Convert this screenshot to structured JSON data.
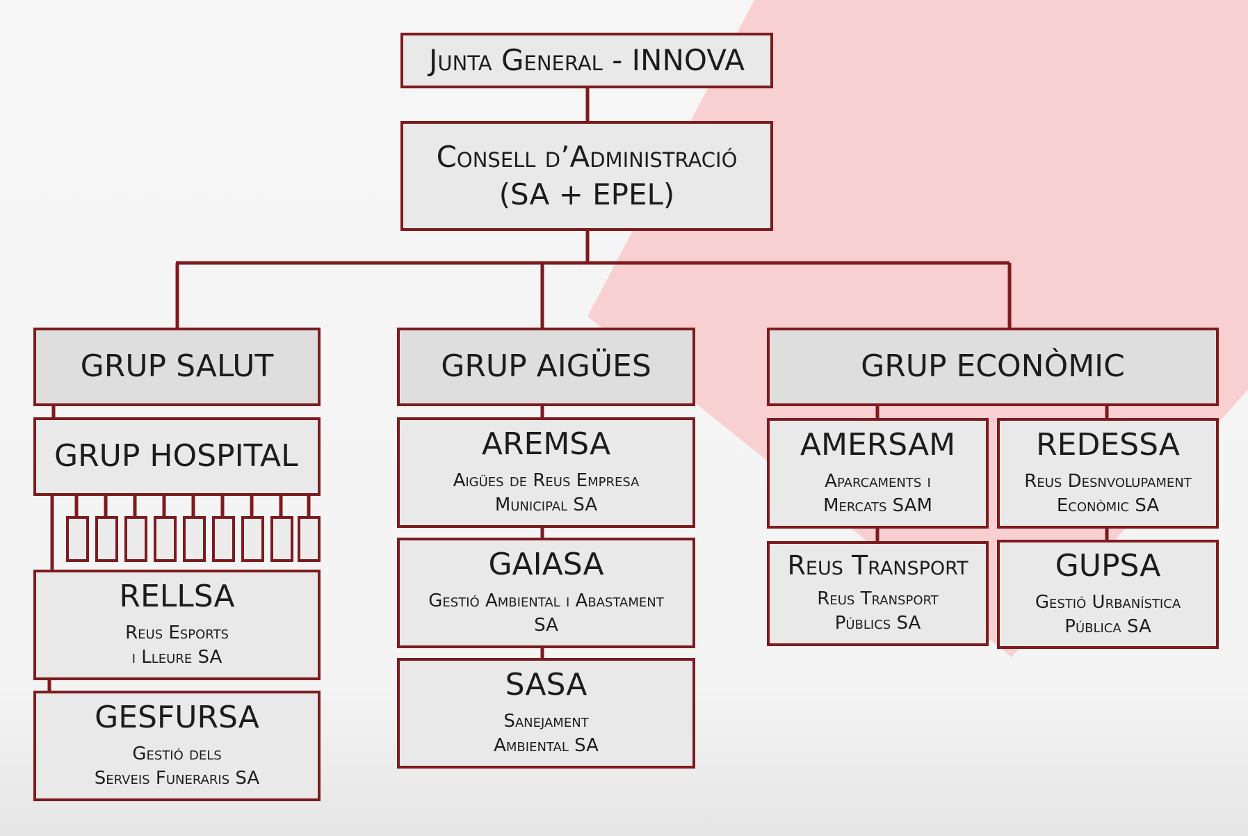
{
  "colors": {
    "border": "#7d1b1f",
    "box_fill": "#e9e9e9",
    "accent_shape": "#f9d0d2"
  },
  "top": {
    "title": "Junta General - INNOVA"
  },
  "board": {
    "line1": "Consell d’Administració",
    "line2": "(SA + EPEL)"
  },
  "groups": {
    "salut": {
      "title": "GRUP SALUT"
    },
    "aigues": {
      "title": "GRUP AIGÜES"
    },
    "economic": {
      "title": "GRUP ECONÒMIC"
    }
  },
  "companies": {
    "hospital": {
      "title": "GRUP HOSPITAL"
    },
    "rellsa": {
      "title": "RELLSA",
      "desc1": "Reus Esports",
      "desc2": "i Lleure SA"
    },
    "gesfursa": {
      "title": "GESFURSA",
      "desc1": "Gestió dels",
      "desc2": "Serveis Funeraris SA"
    },
    "aremsa": {
      "title": "AREMSA",
      "desc1": "Aigües de Reus Empresa",
      "desc2": "Municipal SA"
    },
    "gaiasa": {
      "title": "GAIASA",
      "desc1": "Gestió Ambiental i Abastament",
      "desc2": "SA"
    },
    "sasa": {
      "title": "SASA",
      "desc1": "Sanejament",
      "desc2": "Ambiental SA"
    },
    "amersam": {
      "title": "AMERSAM",
      "desc1": "Aparcaments i",
      "desc2": "Mercats SAM"
    },
    "redessa": {
      "title": "REDESSA",
      "desc1": "Reus Desnvolupament",
      "desc2": "Econòmic SA"
    },
    "reus_transport": {
      "title": "Reus Transport",
      "desc1": "Reus Transport",
      "desc2": "Públics SA"
    },
    "gupsa": {
      "title": "GUPSA",
      "desc1": "Gestió Urbanística",
      "desc2": "Pública SA"
    }
  }
}
